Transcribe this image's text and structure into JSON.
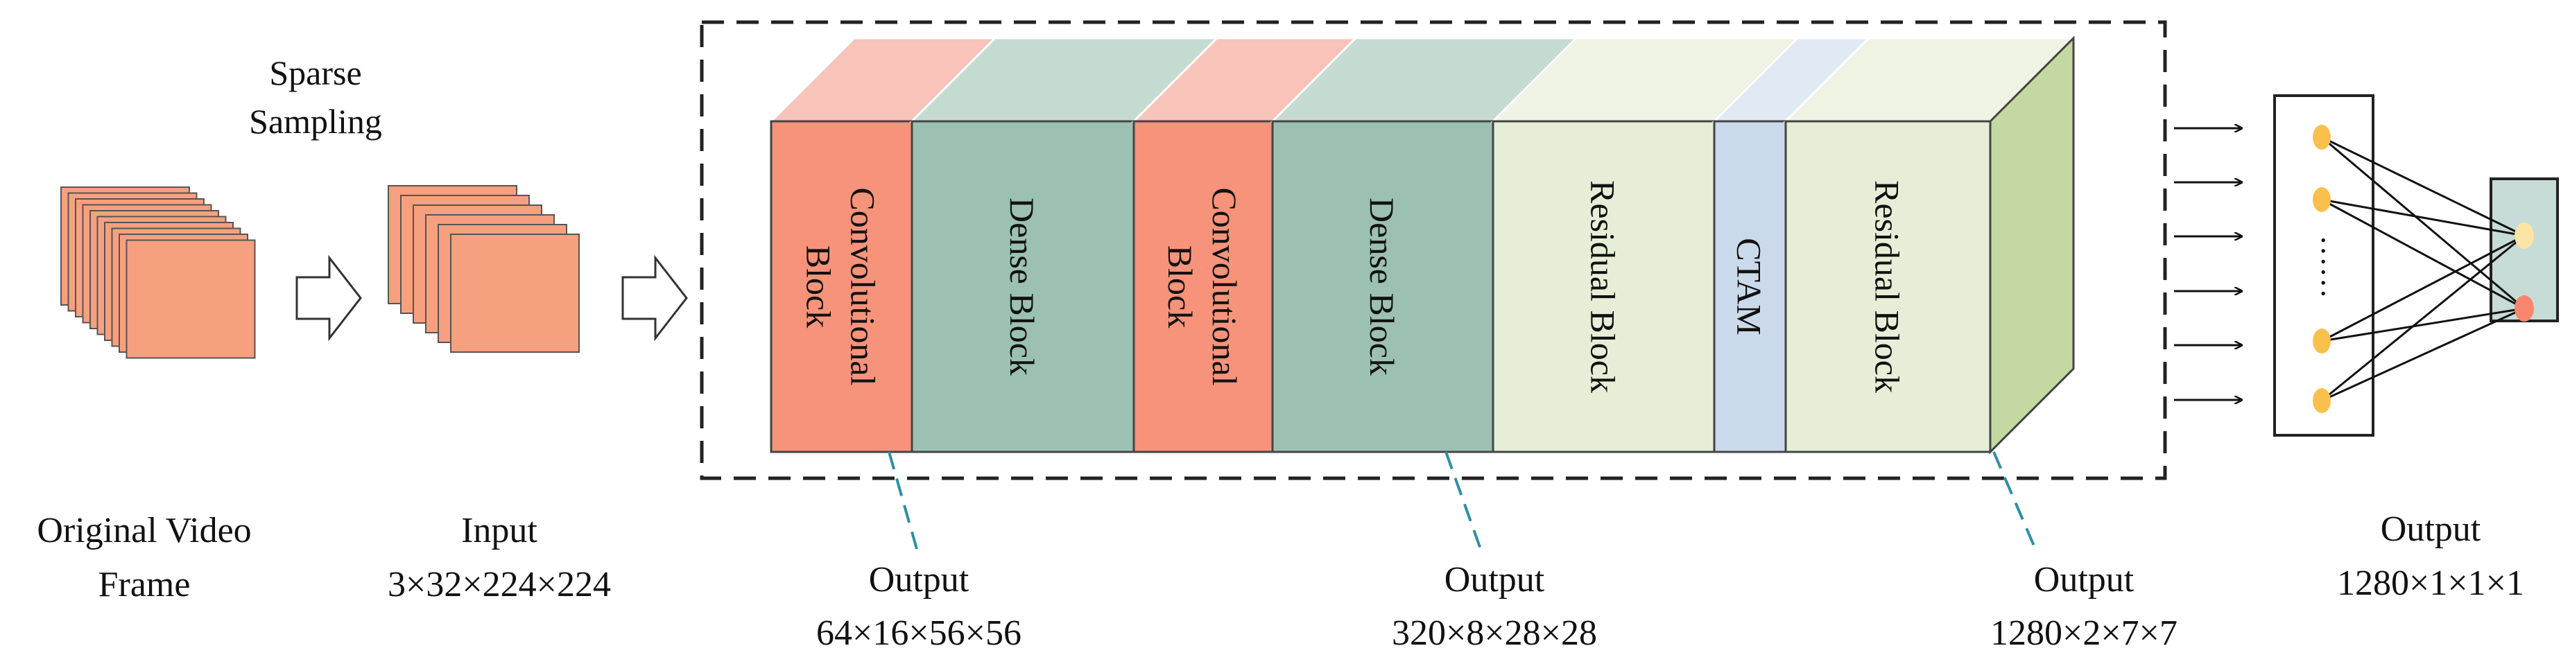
{
  "labels": {
    "sparse_sampling_line1": "Sparse",
    "sparse_sampling_line2": "Sampling",
    "original_line1": "Original Video",
    "original_line2": "Frame",
    "input_title": "Input",
    "input_dims": "3×32×224×224"
  },
  "blocks": [
    {
      "name": "conv-block-1",
      "text_lines": [
        "Convolutional",
        "Block"
      ],
      "front": "#f7937a",
      "top": "#f8c3b8"
    },
    {
      "name": "dense-block-1",
      "text_lines": [
        "Dense Block"
      ],
      "front": "#9cc1b3",
      "top": "#c5dbd1"
    },
    {
      "name": "conv-block-2",
      "text_lines": [
        "Convolutional",
        "Block"
      ],
      "front": "#f7937a",
      "top": "#f8c3b8"
    },
    {
      "name": "dense-block-2",
      "text_lines": [
        "Dense Block"
      ],
      "front": "#9cc1b3",
      "top": "#c5dbd1"
    },
    {
      "name": "residual-block-1",
      "text_lines": [
        "Residual Block"
      ],
      "front": "#e6eed7",
      "top": "#eef3e4"
    },
    {
      "name": "ctam-block",
      "text_lines": [
        "CTAM"
      ],
      "front": "#cbdaeb",
      "top": "#e1eaf4"
    },
    {
      "name": "residual-block-2",
      "text_lines": [
        "Residual Block"
      ],
      "front": "#e6eed7",
      "top": "#eef3e4"
    }
  ],
  "block_side_color": "#c4d9a1",
  "frame_color": "#f7a07f",
  "outputs": [
    {
      "title": "Output",
      "dims": "64×16×56×56"
    },
    {
      "title": "Output",
      "dims": "320×8×28×28"
    },
    {
      "title": "Output",
      "dims": "1280×2×7×7"
    },
    {
      "title": "Output",
      "dims": "1280×1×1×1"
    }
  ],
  "fc": {
    "left_node_color": "#f9c04e",
    "right_top_node_color": "#fbe5a6",
    "right_bottom_node_color": "#f7876c",
    "right_panel_color": "#c7dcd6",
    "ellipsis": "……"
  }
}
